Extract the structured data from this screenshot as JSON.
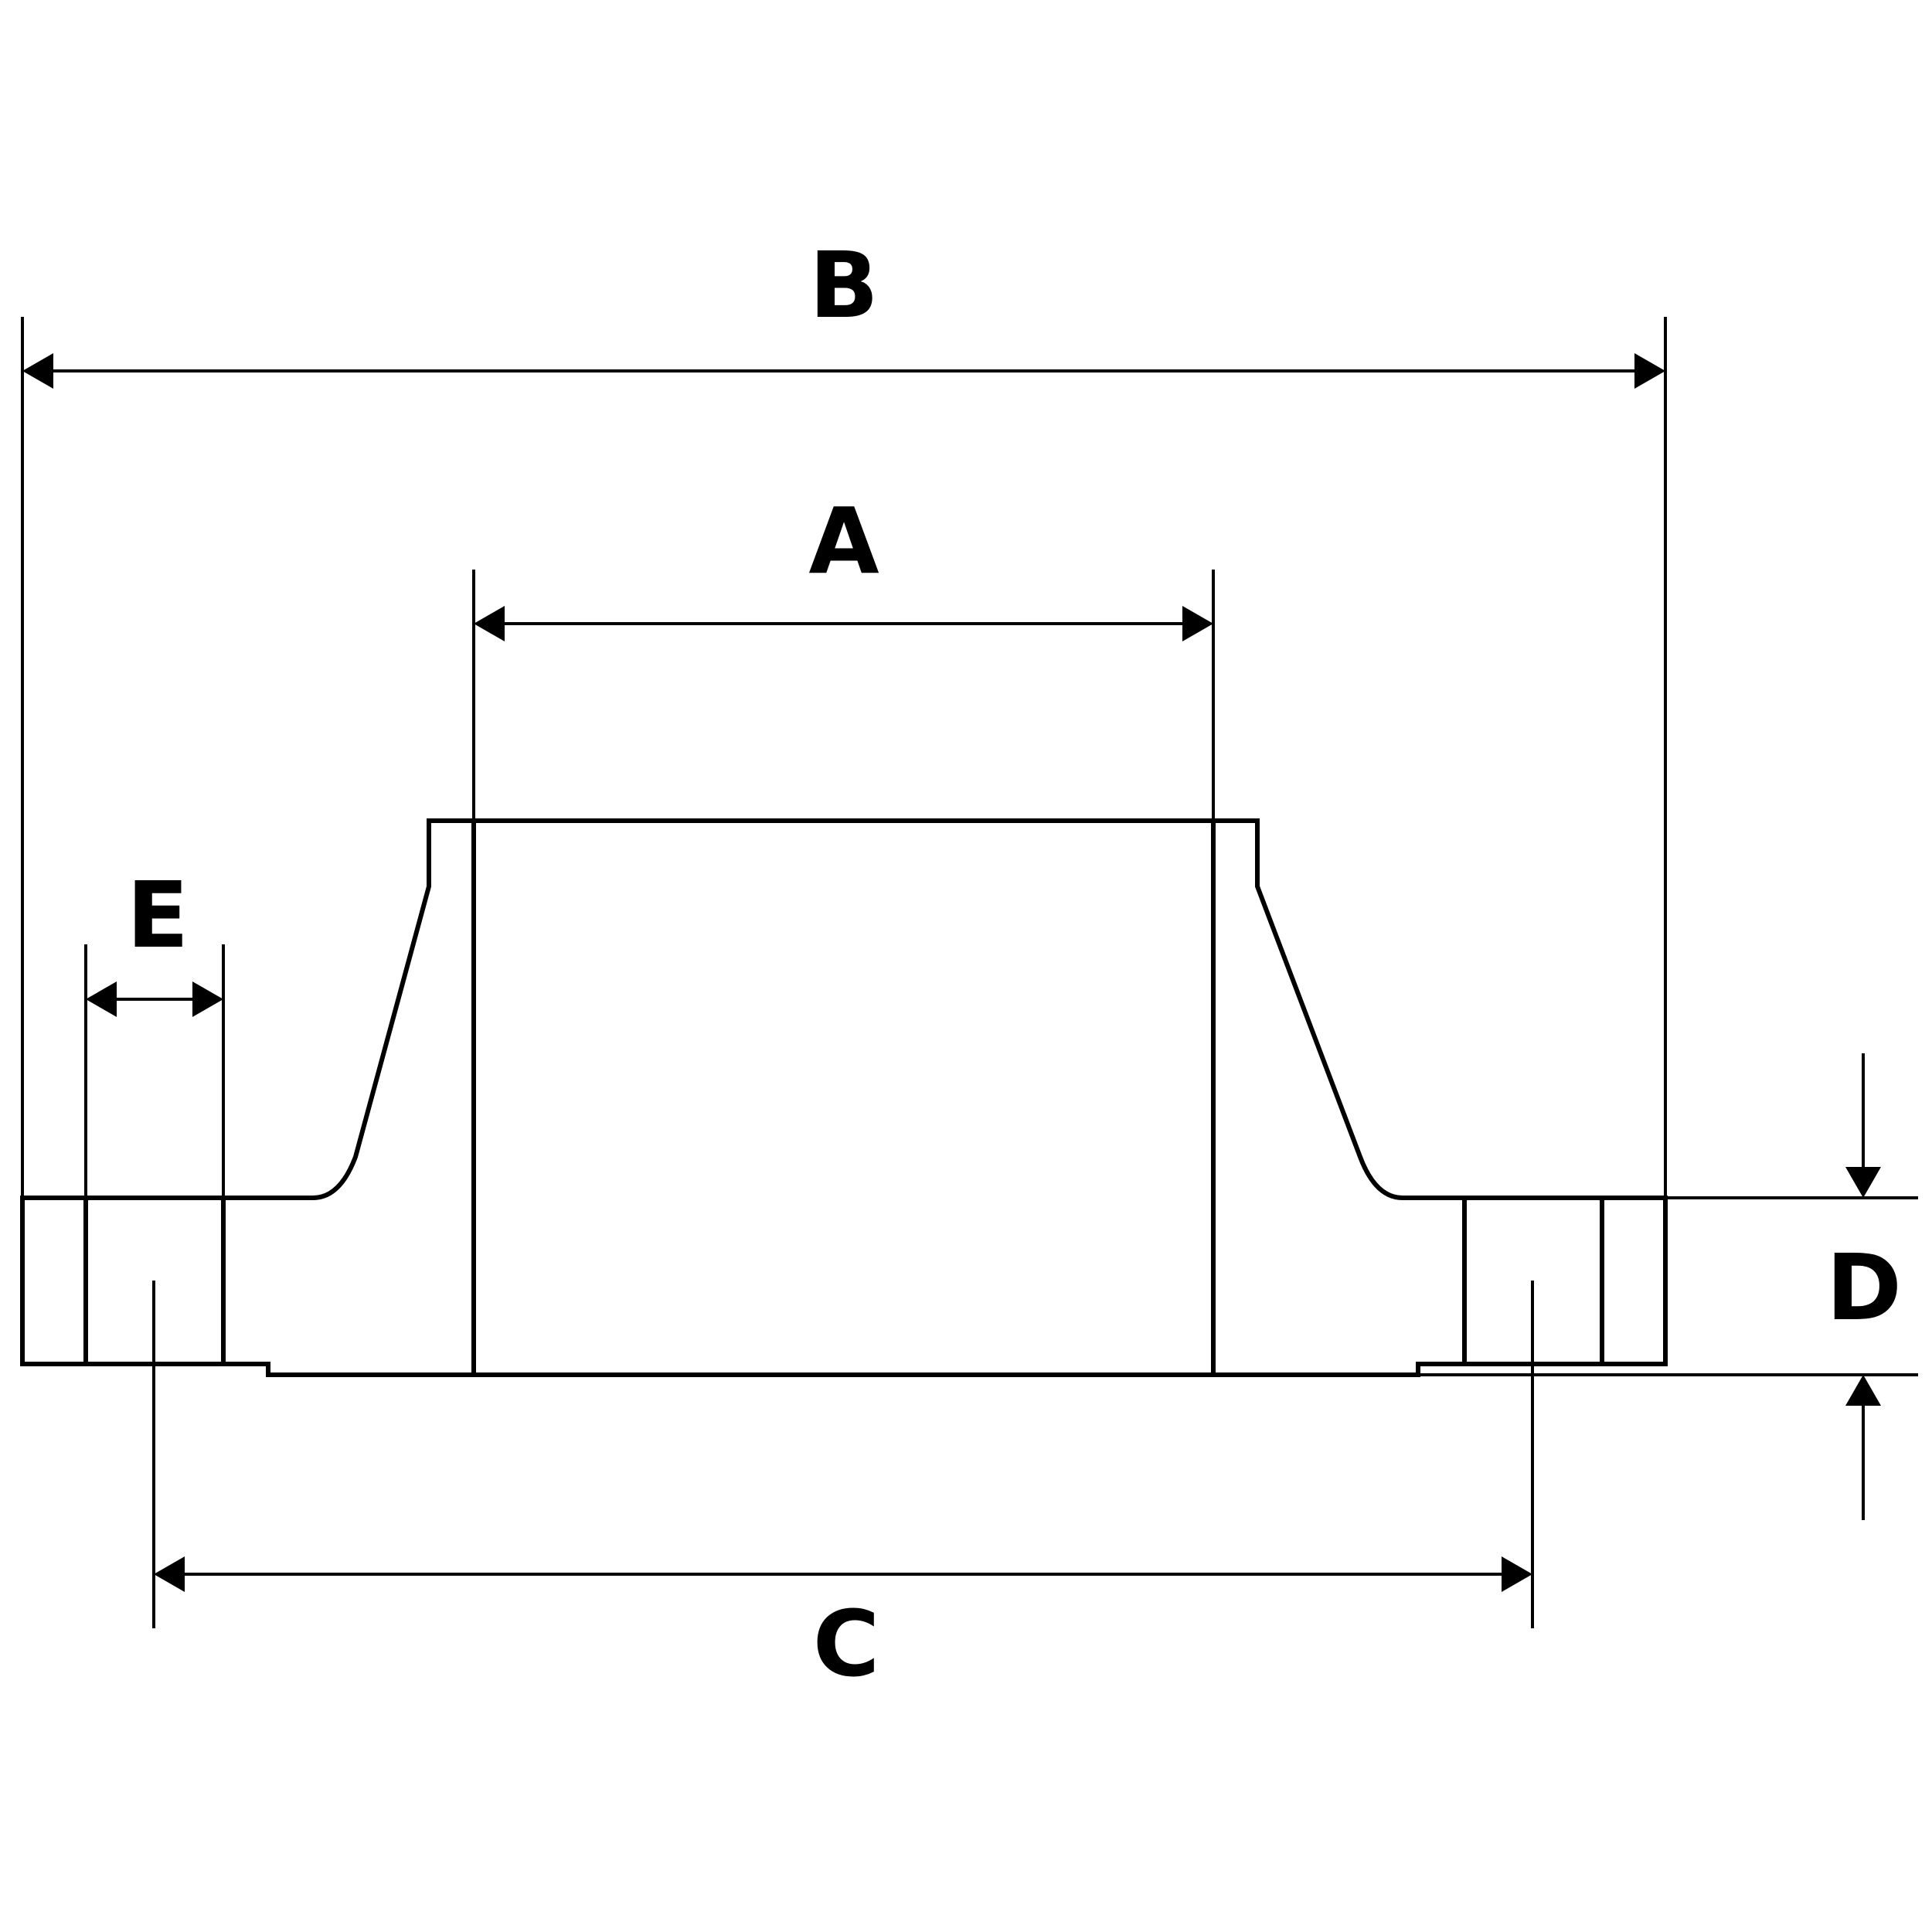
{
  "labels": {
    "a": "A",
    "b": "B",
    "c": "C",
    "d": "D",
    "e": "E"
  },
  "colors": {
    "line": "#000000",
    "background": "#ffffff"
  }
}
